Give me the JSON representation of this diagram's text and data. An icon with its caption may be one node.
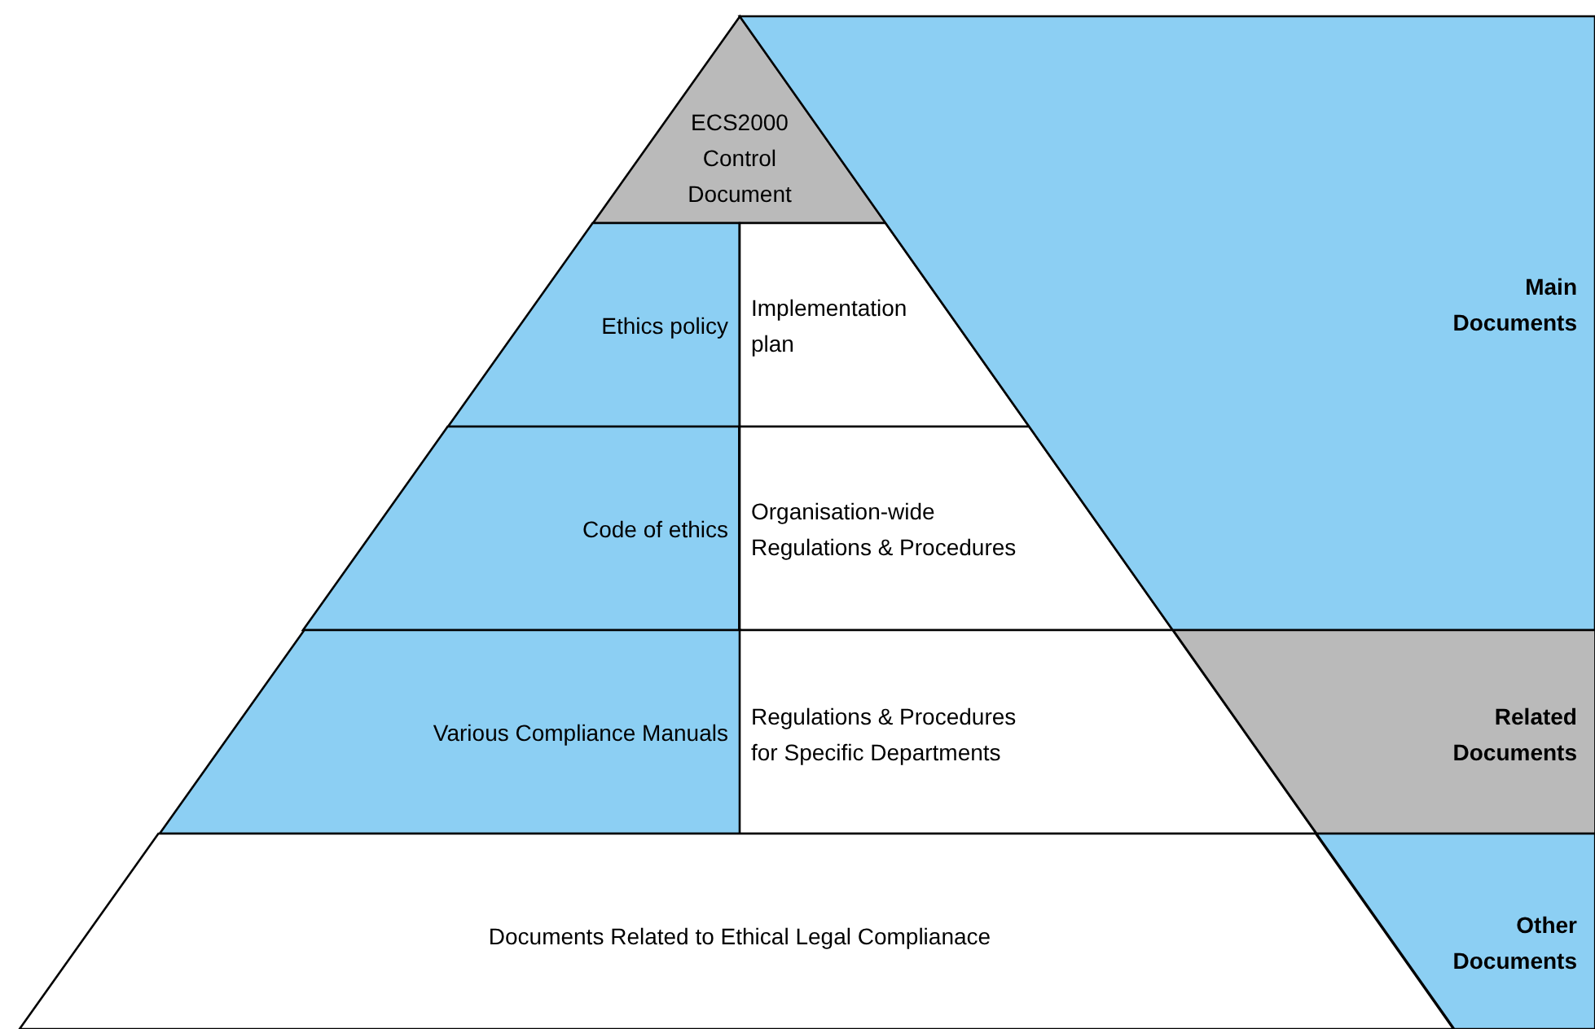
{
  "diagram": {
    "nodes": [
      {
        "text": [
          "ECS2000 Control Document"
        ]
      },
      {
        "text": [
          "Ethics policy"
        ]
      },
      {
        "text": [
          "Implementation plan"
        ]
      },
      {
        "text": [
          "Code of ethics"
        ]
      },
      {
        "text": [
          "Organisation-wide Regulations & Procedures"
        ]
      },
      {
        "text": [
          "Various Compliance Manuals"
        ]
      },
      {
        "text": [
          "Regulations & Procedures for Specific Departments"
        ]
      },
      {
        "text": [
          "Documents Related to Ethical Legal Complianace"
        ]
      },
      {
        "text": [
          "Main Documents"
        ]
      },
      {
        "text": [
          "Related Documents"
        ]
      },
      {
        "text": [
          "Other Documents"
        ]
      }
    ]
  }
}
